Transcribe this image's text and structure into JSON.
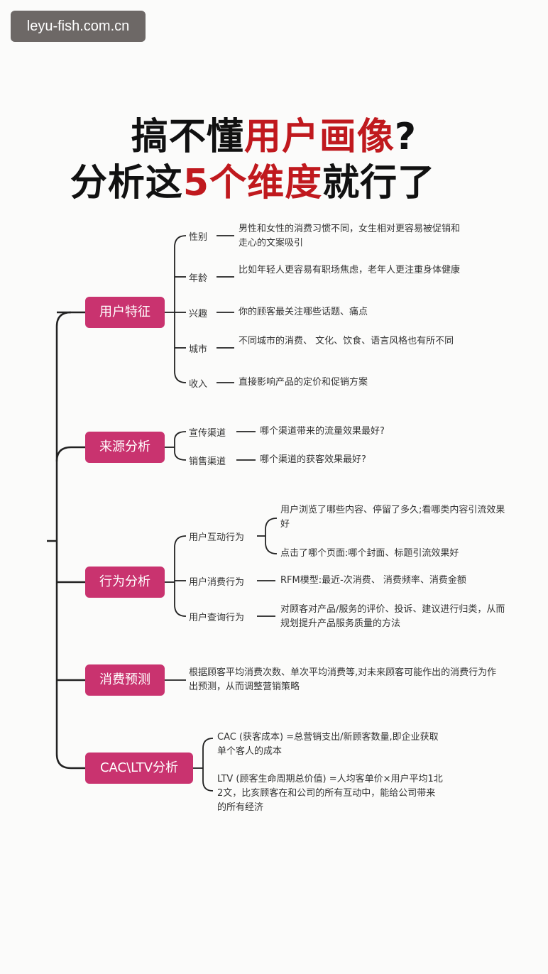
{
  "watermark": "leyu-fish.com.cn",
  "title": {
    "line1_a": "搞不懂",
    "line1_b": "用户画像",
    "line1_c": "?",
    "line2_a": "分析这",
    "line2_b": "5个维度",
    "line2_c": "就行了"
  },
  "branches": {
    "user_features": {
      "label": "用户特征",
      "items": {
        "gender": {
          "label": "性别",
          "text": "男性和女性的消费习惯不同，女生相对更容易被促销和走心的文案吸引"
        },
        "age": {
          "label": "年龄",
          "text": "比如年轻人更容易有职场焦虑，老年人更注重身体健康"
        },
        "interest": {
          "label": "兴趣",
          "text": "你的顾客最关注哪些话题、痛点"
        },
        "city": {
          "label": "城市",
          "text": "不同城市的消费、 文化、饮食、语言风格也有所不同"
        },
        "income": {
          "label": "收入",
          "text": "直接影响产品的定价和促销方案"
        }
      }
    },
    "source": {
      "label": "来源分析",
      "items": {
        "promo": {
          "label": "宣传渠道",
          "text": "哪个渠道带来的流量效果最好?"
        },
        "sales": {
          "label": "销售渠道",
          "text": "哪个渠道的获客效果最好?"
        }
      }
    },
    "behavior": {
      "label": "行为分析",
      "items": {
        "interaction": {
          "label": "用户互动行为",
          "sub1": "用户浏览了哪些内容、停留了多久;看哪类内容引流效果好",
          "sub2": "点击了哪个页面:哪个封面、标题引流效果好"
        },
        "consumption": {
          "label": "用户消费行为",
          "text": "RFM模型:最近-次消费、 消费频率、消费金额"
        },
        "inquiry": {
          "label": "用户查询行为",
          "text": "对顾客对产品/服务的评价、投诉、建议进行归类，从而规划提升产品服务质量的方法"
        }
      }
    },
    "forecast": {
      "label": "消费预测",
      "text": "根据顾客平均消费次数、单次平均消费等,对未来顾客可能作出的消费行为作出预测，从而调整营销策略"
    },
    "cacltv": {
      "label": "CAC\\LTV分析",
      "cac": "CAC (获客成本) =总营销支出/新顾客数量,即企业获取单个客人的成本",
      "ltv": "LTV (顾客生命周期总价值) =人均客单价×用户平均1北2文，比亥顾客在和公司的所有互动中，能给公司带来的所有经济"
    }
  },
  "colors": {
    "accent": "#c9336f",
    "title_red": "#c0191e"
  }
}
